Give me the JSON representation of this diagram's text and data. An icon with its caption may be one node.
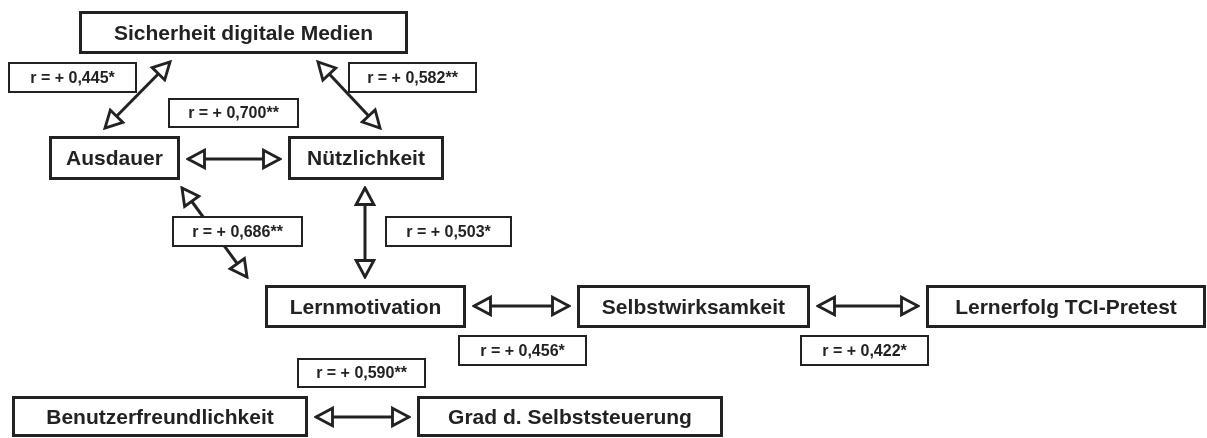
{
  "diagram": {
    "nodes": [
      {
        "text": [
          "Sicherheit digitale Medien"
        ]
      },
      {
        "text": [
          "Ausdauer"
        ]
      },
      {
        "text": [
          "Nützlichkeit"
        ]
      },
      {
        "text": [
          "Lernmotivation"
        ]
      },
      {
        "text": [
          "Selbstwirksamkeit"
        ]
      },
      {
        "text": [
          "Lernerfolg TCI-Pretest"
        ]
      },
      {
        "text": [
          "Benutzerfreundlichkeit"
        ]
      },
      {
        "text": [
          "Grad d. Selbststeuerung"
        ]
      }
    ],
    "edges": [
      {
        "from": 0,
        "to": 1,
        "arrow": "both",
        "label": "r = + 0,445*"
      },
      {
        "from": 1,
        "to": 2,
        "arrow": "both",
        "label": "r = + 0,700**"
      },
      {
        "from": 0,
        "to": 2,
        "arrow": "both",
        "label": "r = + 0,582**"
      },
      {
        "from": 1,
        "to": 3,
        "arrow": "both",
        "label": "r = + 0,686**"
      },
      {
        "from": 2,
        "to": 3,
        "arrow": "both",
        "label": "r = + 0,503*"
      },
      {
        "from": 3,
        "to": 4,
        "arrow": "both",
        "label": "r = + 0,456*"
      },
      {
        "from": 4,
        "to": 5,
        "arrow": "both",
        "label": "r = + 0,422*"
      },
      {
        "from": 6,
        "to": 7,
        "arrow": "both",
        "label": "r = + 0,590**"
      }
    ]
  }
}
